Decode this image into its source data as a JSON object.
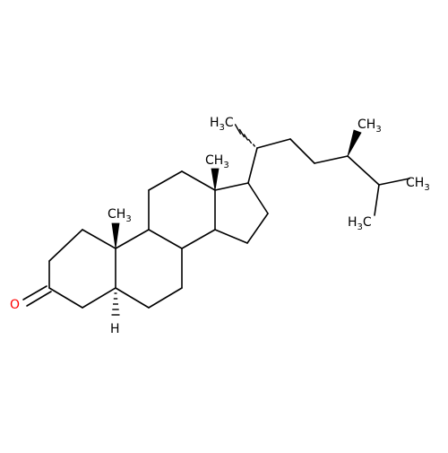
{
  "molecule": {
    "colors": {
      "bond": "#000000",
      "oxygen": "#ff0000",
      "text": "#000000"
    },
    "atom_labels": {
      "oxygen": "O",
      "hydrogen": "H",
      "c10_methyl": "CH3",
      "c13_methyl": "CH3",
      "c20_methyl": "H3C",
      "c24_methyl": "CH3",
      "c25_methyl_a": "CH3",
      "c25_methyl_b": "H3C"
    }
  }
}
